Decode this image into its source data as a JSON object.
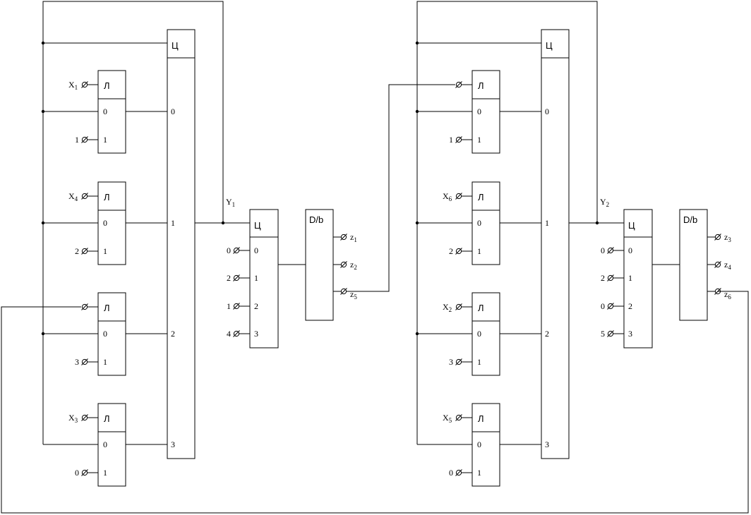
{
  "diagram": {
    "colors": {
      "line": "#000000",
      "background": "#ffffff"
    },
    "left": {
      "logic_cells": [
        {
          "title": "Л",
          "pins": [
            "",
            "0",
            "1"
          ],
          "in_top": "X",
          "in_top_sub": "1",
          "in_bottom": "1"
        },
        {
          "title": "Л",
          "pins": [
            "",
            "0",
            "1"
          ],
          "in_top": "X",
          "in_top_sub": "4",
          "in_bottom": "2"
        },
        {
          "title": "Л",
          "pins": [
            "",
            "0",
            "1"
          ],
          "in_top": "",
          "in_top_sub": "",
          "in_bottom": "3"
        },
        {
          "title": "Л",
          "pins": [
            "",
            "0",
            "1"
          ],
          "in_top": "X",
          "in_top_sub": "3",
          "in_bottom": "0"
        }
      ],
      "selector": {
        "title": "Ц",
        "pins": [
          "0",
          "1",
          "2",
          "3"
        ]
      },
      "y_label": "Y",
      "y_sub": "1",
      "mux": {
        "title": "Ц",
        "pins": [
          "0",
          "1",
          "2",
          "3"
        ],
        "inputs": [
          "0",
          "2",
          "1",
          "4"
        ]
      },
      "decoder": {
        "title": "D/b",
        "outputs": [
          {
            "label": "z",
            "sub": "1"
          },
          {
            "label": "z",
            "sub": "2"
          },
          {
            "label": "z",
            "sub": "5"
          }
        ]
      }
    },
    "right": {
      "logic_cells": [
        {
          "title": "Л",
          "pins": [
            "",
            "0",
            "1"
          ],
          "in_top": "",
          "in_top_sub": "",
          "in_bottom": "1"
        },
        {
          "title": "Л",
          "pins": [
            "",
            "0",
            "1"
          ],
          "in_top": "X",
          "in_top_sub": "6",
          "in_bottom": "2"
        },
        {
          "title": "Л",
          "pins": [
            "",
            "0",
            "1"
          ],
          "in_top": "X",
          "in_top_sub": "2",
          "in_bottom": "3"
        },
        {
          "title": "Л",
          "pins": [
            "",
            "0",
            "1"
          ],
          "in_top": "X",
          "in_top_sub": "5",
          "in_bottom": "0"
        }
      ],
      "selector": {
        "title": "Ц",
        "pins": [
          "0",
          "1",
          "2",
          "3"
        ]
      },
      "y_label": "Y",
      "y_sub": "2",
      "mux": {
        "title": "Ц",
        "pins": [
          "0",
          "1",
          "2",
          "3"
        ],
        "inputs": [
          "0",
          "2",
          "0",
          "5"
        ]
      },
      "decoder": {
        "title": "D/b",
        "outputs": [
          {
            "label": "z",
            "sub": "3"
          },
          {
            "label": "z",
            "sub": "4"
          },
          {
            "label": "z",
            "sub": "6"
          }
        ]
      }
    }
  }
}
